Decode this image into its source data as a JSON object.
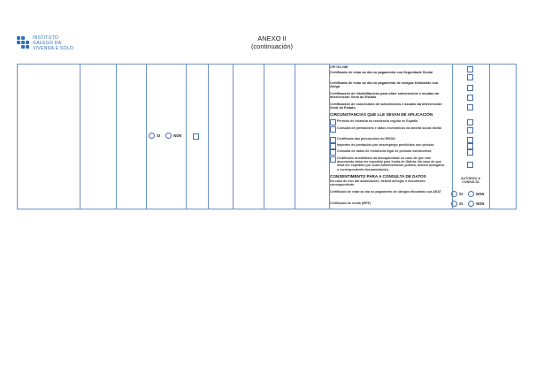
{
  "logo": {
    "line1": "INSTITUTO",
    "line2": "GALEGO DA",
    "line3": "VIVENDA E SOLO"
  },
  "header": {
    "title": "ANEXO II",
    "subtitle": "(continuación)"
  },
  "radio_group": {
    "yes": "SI",
    "no": "NON"
  },
  "main": {
    "heading_cut": "CPI OU NIE",
    "items": [
      "Certificado de estar ao día no pagamento coa Seguridade Social",
      "Certificado de estar ao día no pagamento de obrigas tributarias coa Atriga",
      "Certificación de inhabilitacións para obter subvencións e axudas da Intervención Xeral do Estado",
      "Certificación de concesións de subvencións e axudas da Intervención Xeral do Estado."
    ],
    "section_circunstancias": "CIRCUNSTANCIAS QUE LLE SEVAN DE APLICACIÓN",
    "circ_items": [
      "Permiso de estancia ou residencia regular en España",
      "Consulta de prestacións e datos económicos da tarxeta social dixital",
      "Certificado das percepcións do RISGA",
      "Importes de prestación por desemprego percibidos nun período",
      "Consulta de datos de residencia legal de persoas estranxeiras",
      "Certificado acreditativo da discapacidade no caso de que este documento deba ser expedido pola Xunta de Galicia. No caso de que deba ser expedido por outra Administración pública, deberá achegarse o correspondente documentación."
    ],
    "section_consentimento": "CONSENTIMENTO PARA A CONSULTA DE DATOS",
    "consent_text": "No caso de non dar autorización, deberá achegar o documento correspondente.",
    "authorize_label": "AUTORIZO A CONSULTA",
    "consent_items": [
      "Certificado de estar ao día no pagamento de obrigas tributarias coa AEAT",
      "Certificado de renda (IRPF)"
    ]
  }
}
